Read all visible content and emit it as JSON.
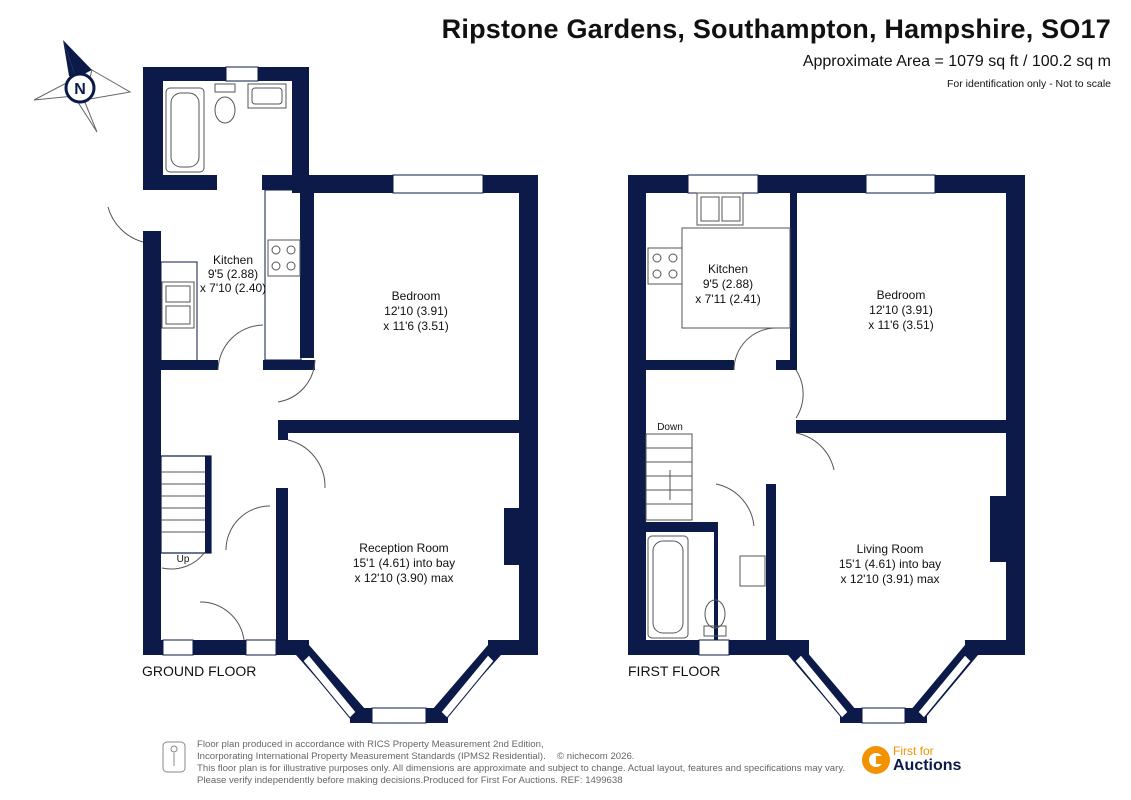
{
  "header": {
    "title": "Ripstone Gardens, Southampton, Hampshire, SO17",
    "area": "Approximate Area = 1079 sq ft / 100.2 sq m",
    "identification": "For identification only - Not to scale"
  },
  "compass": {
    "label": "N"
  },
  "colors": {
    "wall": "#0b1a48",
    "accent": "#f39200",
    "fixture": "#666666"
  },
  "ground_floor": {
    "label": "GROUND FLOOR",
    "kitchen": {
      "name": "Kitchen",
      "dim1": "9'5 (2.88)",
      "dim2": "x 7'10 (2.40)"
    },
    "bedroom": {
      "name": "Bedroom",
      "dim1": "12'10 (3.91)",
      "dim2": "x 11'6 (3.51)"
    },
    "reception": {
      "name": "Reception Room",
      "dim1": "15'1 (4.61) into bay",
      "dim2": "x 12'10 (3.90) max"
    },
    "stairs_label": "Up"
  },
  "first_floor": {
    "label": "FIRST FLOOR",
    "kitchen": {
      "name": "Kitchen",
      "dim1": "9'5 (2.88)",
      "dim2": "x 7'11 (2.41)"
    },
    "bedroom": {
      "name": "Bedroom",
      "dim1": "12'10 (3.91)",
      "dim2": "x 11'6 (3.51)"
    },
    "living": {
      "name": "Living Room",
      "dim1": "15'1 (4.61) into bay",
      "dim2": "x 12'10 (3.91) max"
    },
    "stairs_label": "Down"
  },
  "footer": {
    "lines": [
      "Floor plan produced in accordance with RICS Property Measurement 2nd Edition,",
      "Incorporating International Property Measurement Standards (IPMS2 Residential).",
      "This floor plan is for illustrative purposes only. All dimensions are approximate and subject to change. Actual layout, features and specifications may vary.",
      "Please verify independently before making decisions.Produced for First For Auctions.   REF:  1499638"
    ],
    "copyright": "© nichecom 2026."
  },
  "logo": {
    "line1": "First for",
    "line2": "Auctions"
  }
}
